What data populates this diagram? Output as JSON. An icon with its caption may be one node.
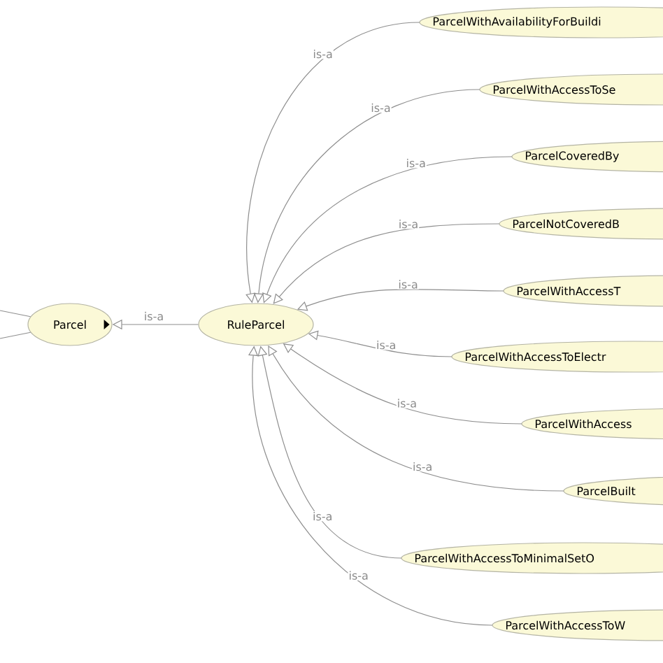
{
  "diagram": {
    "nodes": [
      {
        "text": [
          "Parcel"
        ]
      },
      {
        "text": [
          "RuleParcel"
        ]
      },
      {
        "text": [
          "ParcelWithAvailabilityForBuildi"
        ]
      },
      {
        "text": [
          "ParcelWithAccessToSe"
        ]
      },
      {
        "text": [
          "ParcelCoveredBy"
        ]
      },
      {
        "text": [
          "ParcelNotCoveredB"
        ]
      },
      {
        "text": [
          "ParcelWithAccessT"
        ]
      },
      {
        "text": [
          "ParcelWithAccessToElectr"
        ]
      },
      {
        "text": [
          "ParcelWithAccess"
        ]
      },
      {
        "text": [
          "ParcelBuilt"
        ]
      },
      {
        "text": [
          "ParcelWithAccessToMinimalSetO"
        ]
      },
      {
        "text": [
          "ParcelWithAccessToW"
        ]
      }
    ],
    "edges": [
      {
        "from": 1,
        "to": 0,
        "arrow": "to",
        "label": "is-a"
      },
      {
        "from": 2,
        "to": 1,
        "arrow": "to",
        "label": "is-a"
      },
      {
        "from": 3,
        "to": 1,
        "arrow": "to",
        "label": "is-a"
      },
      {
        "from": 4,
        "to": 1,
        "arrow": "to",
        "label": "is-a"
      },
      {
        "from": 5,
        "to": 1,
        "arrow": "to",
        "label": "is-a"
      },
      {
        "from": 6,
        "to": 1,
        "arrow": "to",
        "label": "is-a"
      },
      {
        "from": 7,
        "to": 1,
        "arrow": "to",
        "label": "is-a"
      },
      {
        "from": 8,
        "to": 1,
        "arrow": "to",
        "label": "is-a"
      },
      {
        "from": 9,
        "to": 1,
        "arrow": "to",
        "label": "is-a"
      },
      {
        "from": 10,
        "to": 1,
        "arrow": "to",
        "label": "is-a"
      },
      {
        "from": 11,
        "to": 1,
        "arrow": "to",
        "label": "is-a"
      },
      {
        "from": null,
        "to": 0,
        "arrow": "none"
      },
      {
        "from": null,
        "to": 0,
        "arrow": "none"
      }
    ]
  }
}
